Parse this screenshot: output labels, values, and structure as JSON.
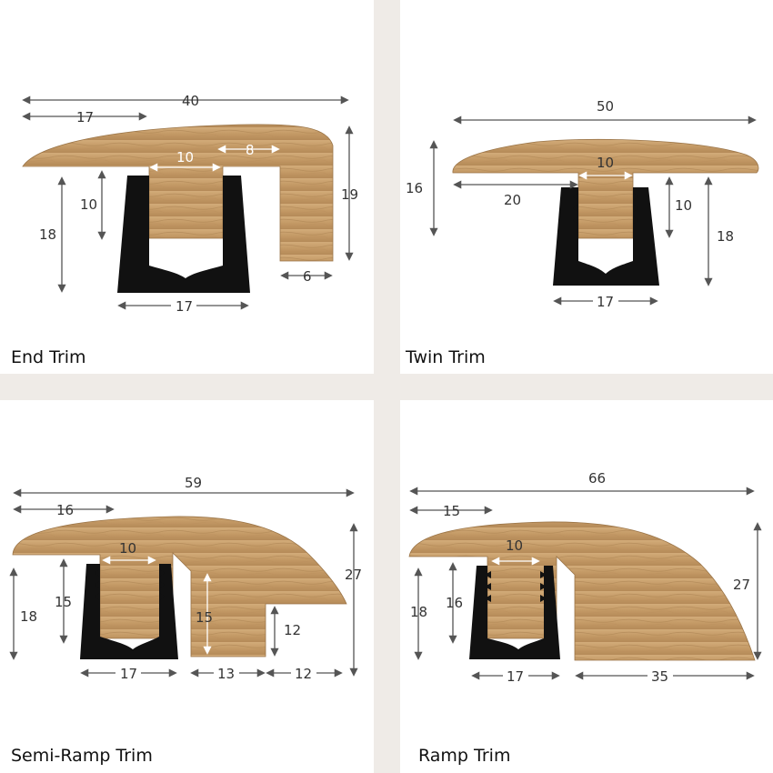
{
  "panels": [
    {
      "caption": "End Trim",
      "dims": {
        "total": "40",
        "lip": "17",
        "tongue": "10",
        "gap": "8",
        "height": "19",
        "leg": "6",
        "clipHeight": "10",
        "trackHeight": "18",
        "trackWidth": "17"
      }
    },
    {
      "caption": "Twin Trim",
      "dims": {
        "total": "50",
        "tongue": "10",
        "offset": "20",
        "thickness": "16",
        "clipHeight": "10",
        "trackHeight": "18",
        "trackWidth": "17"
      }
    },
    {
      "caption": "Semi-Ramp Trim",
      "dims": {
        "total": "59",
        "lip": "16",
        "tongue": "10",
        "trackHeight": "18",
        "clipHeight": "15",
        "legHeight": "15",
        "stepHeight": "12",
        "height": "27",
        "trackWidth": "17",
        "legWidth": "13",
        "rampWidth": "12"
      }
    },
    {
      "caption": "Ramp Trim",
      "dims": {
        "total": "66",
        "lip": "15",
        "tongue": "10",
        "trackHeight": "18",
        "clipHeight": "16",
        "height": "27",
        "trackWidth": "17",
        "rampWidth": "35"
      }
    }
  ],
  "colors": {
    "wood": "#c49a66",
    "woodDark": "#a77d4e",
    "track": "#111111",
    "arrow": "#555555"
  }
}
